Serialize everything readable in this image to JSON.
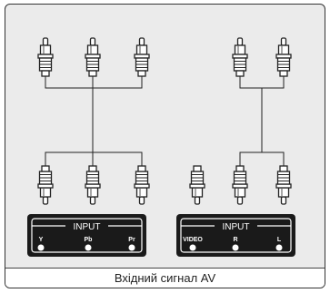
{
  "panel_left": {
    "title": "INPUT",
    "jacks": [
      "Y",
      "Pb",
      "Pr"
    ]
  },
  "panel_right": {
    "title": "INPUT",
    "jacks": [
      "VIDEO",
      "R",
      "L"
    ]
  },
  "caption": "Вхідний сигнал AV",
  "colors": {
    "background": "#ebebeb",
    "panel": "#1a1a1a",
    "connector_stroke": "#222222"
  }
}
